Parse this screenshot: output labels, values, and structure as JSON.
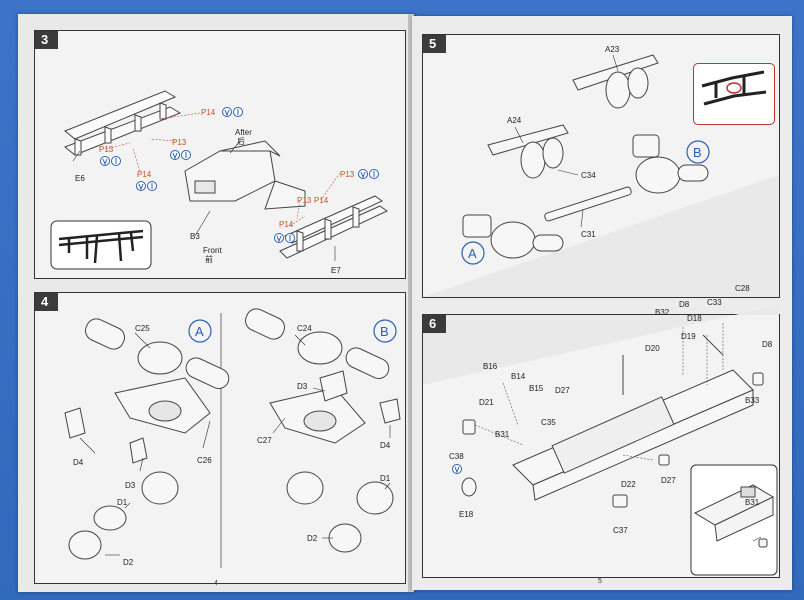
{
  "left_page": {
    "page_number": "4",
    "step3": {
      "number": "3",
      "labels": {
        "e6": "E6",
        "b3": "B3",
        "e7": "E7",
        "after": "After",
        "after_cn": "后",
        "front": "Front",
        "front_cn": "前"
      },
      "callouts": [
        "P14",
        "P13",
        "P13",
        "P14",
        "P13",
        "P13",
        "P14",
        "P14"
      ]
    },
    "step4": {
      "number": "4",
      "marker_a": "A",
      "marker_b": "B",
      "labels": {
        "c25": "C25",
        "c26": "C26",
        "d4": "D4",
        "d3": "D3",
        "d1": "D1",
        "d2": "D2",
        "c24": "C24",
        "c27": "C27",
        "d3b": "D3",
        "d4b": "D4",
        "d1b": "D1",
        "d2b": "D2"
      }
    }
  },
  "right_page": {
    "page_number": "5",
    "step5": {
      "number": "5",
      "marker_a": "A",
      "marker_b": "B",
      "labels": {
        "a23": "A23",
        "a24": "A24",
        "c34": "C34",
        "c31": "C31"
      }
    },
    "step6": {
      "number": "6",
      "labels": {
        "b32": "B32",
        "d8": "D8",
        "c33": "C33",
        "c28": "C28",
        "d18": "D18",
        "d20": "D20",
        "d19": "D19",
        "d8b": "D8",
        "b16": "B16",
        "b14": "B14",
        "b15": "B15",
        "d27": "D27",
        "d21": "D21",
        "b31": "B31",
        "c35": "C35",
        "b33": "B33",
        "c38": "C38",
        "d22": "D22",
        "d27b": "D27",
        "e18": "E18",
        "c37": "C37",
        "b31b": "B31"
      }
    }
  },
  "colors": {
    "background": "#3a6fc4",
    "paper": "#ececed",
    "line": "#333333",
    "accent_orange": "#c0502a",
    "accent_blue": "#2b5fb3"
  },
  "icons": [
    "glue-icon",
    "info-icon"
  ]
}
